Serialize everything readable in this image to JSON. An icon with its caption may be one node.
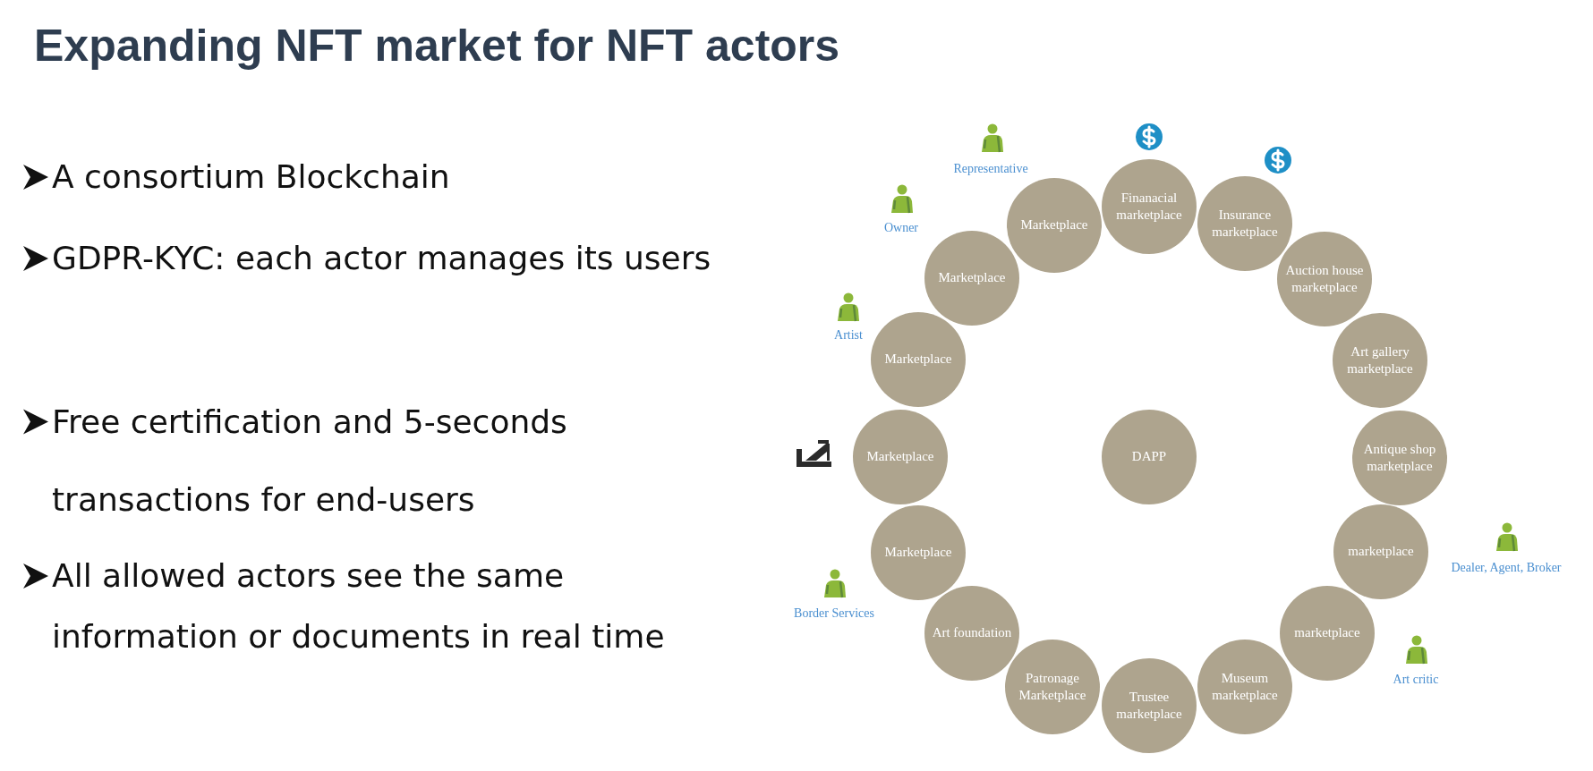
{
  "diagram": {
    "title": "Expanding NFT market for NFT actors",
    "nodes": [
      {
        "text": [
          "Finanacial marketplace"
        ]
      },
      {
        "text": [
          "Insurance marketplace"
        ]
      },
      {
        "text": [
          "Auction house marketplace"
        ]
      },
      {
        "text": [
          "Art gallery marketplace"
        ]
      },
      {
        "text": [
          "Antique shop marketplace"
        ]
      },
      {
        "text": [
          "marketplace"
        ]
      },
      {
        "text": [
          "marketplace"
        ]
      },
      {
        "text": [
          "Museum marketplace"
        ]
      },
      {
        "text": [
          "Trustee marketplace"
        ]
      },
      {
        "text": [
          "Patronage Marketplace"
        ]
      },
      {
        "text": [
          "Art foundation"
        ]
      },
      {
        "text": [
          "Marketplace"
        ]
      },
      {
        "text": [
          "Marketplace"
        ]
      },
      {
        "text": [
          "Marketplace"
        ]
      },
      {
        "text": [
          "Marketplace"
        ]
      },
      {
        "text": [
          "Marketplace"
        ]
      },
      {
        "text": [
          "DAPP"
        ]
      }
    ],
    "labels": [
      "A consortium Blockchain",
      "GDPR-KYC: each actor manages its users",
      "Free certification and 5-seconds transactions for end-users",
      "All allowed actors see the same information or documents in real time",
      "Representative",
      "Owner",
      "Artist",
      "Border Services",
      "Dealer, Agent, Broker",
      "Art critic"
    ]
  }
}
